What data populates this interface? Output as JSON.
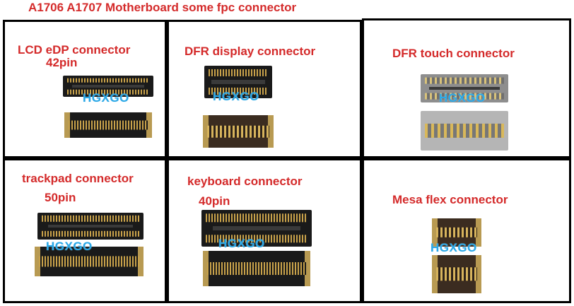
{
  "title": "A1706 A1707 Motherboard some fpc connector",
  "watermark": "HGXGO",
  "panels": {
    "lcd": {
      "label": "LCD eDP connector",
      "pins": "42pin"
    },
    "dfr_display": {
      "label": "DFR display  connector"
    },
    "dfr_touch": {
      "label": "DFR touch connector"
    },
    "trackpad": {
      "label": "trackpad connector",
      "pins": "50pin"
    },
    "keyboard": {
      "label": "keyboard connector",
      "pins": "40pin"
    },
    "mesa": {
      "label": "Mesa flex connector"
    }
  },
  "colors": {
    "label": "#d42a2a",
    "watermark": "#2aa7e6",
    "border": "#000000"
  }
}
